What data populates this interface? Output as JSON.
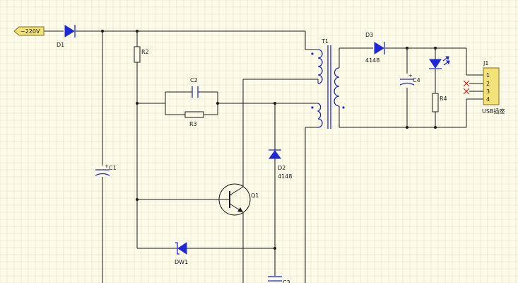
{
  "diagram": {
    "labels": {
      "input": "~220V",
      "d1": "D1",
      "r2": "R2",
      "c2": "C2",
      "r3": "R3",
      "c1": "C1",
      "t1": "T1",
      "d3": "D3",
      "d3_part": "4148",
      "c4": "C4",
      "r4": "R4",
      "j1": "J1",
      "j1_desc": "USB插座",
      "d2": "D2",
      "d2_part": "4148",
      "q1": "Q1",
      "dw1": "DW1",
      "c3_partial": "C3"
    },
    "pins": [
      "1",
      "2",
      "3",
      "4"
    ],
    "colors": {
      "background": "#fdfbe9",
      "wire": "#1a1a1a",
      "component": "#1e28d6",
      "input_port": "#f2e27a",
      "connector": "#f2e27a",
      "no_connect": "#e0211b"
    }
  }
}
